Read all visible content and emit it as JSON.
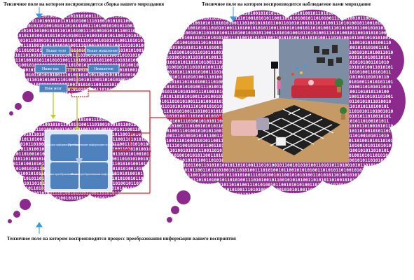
{
  "captions": {
    "top_left": "Тензичное поле на котором воспроизводится сборка вашего мироздания",
    "top_right": "Тензичное поле на котором воспроизводится наблюдаемое вами мироздание",
    "bottom": "Тензичное поле на котором воспроизводится процесс преобразования информации вашего восприятия"
  },
  "binary_pattern": "0101001101010110100101011010101001110100101010110011010101001011010100111010100101100101",
  "hierarchy": {
    "top_left": "Выше тело",
    "top_right": "Выше мышление",
    "mid_left": "Ниже нас",
    "mid_right": "Нижшетов",
    "bottom": "Ниж мозг"
  },
  "quadrants": {
    "q1": "Входящая информация восприятия",
    "q2": "Преобразование информации восприятия",
    "q3": "Программы преобразования восприятия",
    "q4": "Новая преобразованная информация"
  },
  "colors": {
    "cloud": "#8b2a8c",
    "box": "#4f81bd",
    "box_border": "#ffffff",
    "arrow_green": "#b5d334",
    "arrow_red": "#d9232a",
    "caption_arrow": "#3a9ad9"
  }
}
